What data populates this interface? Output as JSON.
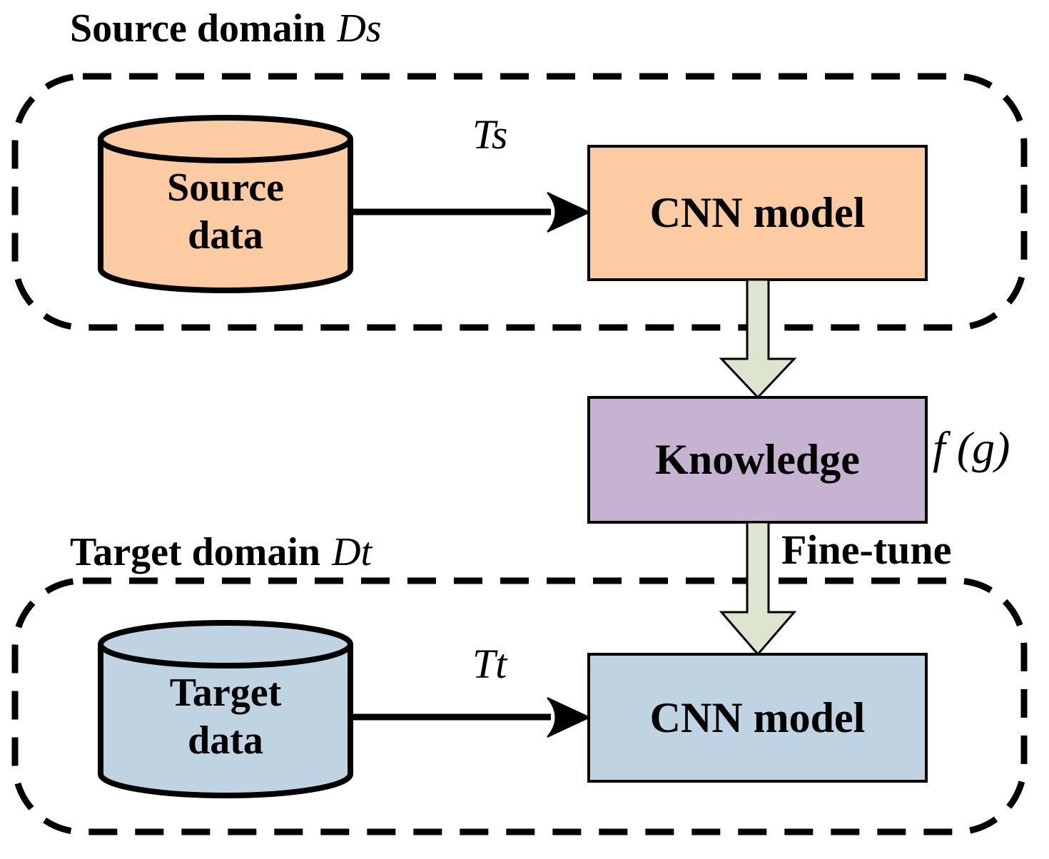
{
  "colors": {
    "source_fill": "#FCCBA4",
    "target_fill": "#C0D3E3",
    "knowledge_fill": "#C6B3D1",
    "block_arrow_fill": "#DDE5D0",
    "outline": "#000000",
    "background": "#FFFFFF"
  },
  "source_domain": {
    "title": "Source domain",
    "symbol": "Ds",
    "cylinder_line1": "Source",
    "cylinder_line2": "data",
    "task_label": "Ts",
    "cnn_label": "CNN model"
  },
  "knowledge": {
    "label": "Knowledge",
    "function_label": "f (g)",
    "finetune_label": "Fine-tune"
  },
  "target_domain": {
    "title": "Target domain",
    "symbol": "Dt",
    "cylinder_line1": "Target",
    "cylinder_line2": "data",
    "task_label": "Tt",
    "cnn_label": "CNN model"
  }
}
